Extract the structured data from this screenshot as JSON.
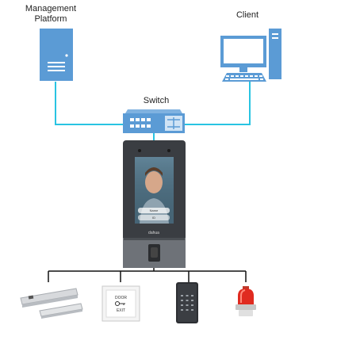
{
  "labels": {
    "management": "Management\nPlatform",
    "client": "Client",
    "switch": "Switch"
  },
  "terminal": {
    "brand": "dahua",
    "screen_pills": [
      "Name",
      "ID"
    ]
  },
  "exit_button": {
    "line1": "DOOR",
    "line2": "EXIT"
  },
  "colors": {
    "device_blue": "#5b9bd5",
    "link_cyan": "#29c4e2",
    "wire_black": "#111111",
    "terminal_body": "#3a3d42"
  }
}
